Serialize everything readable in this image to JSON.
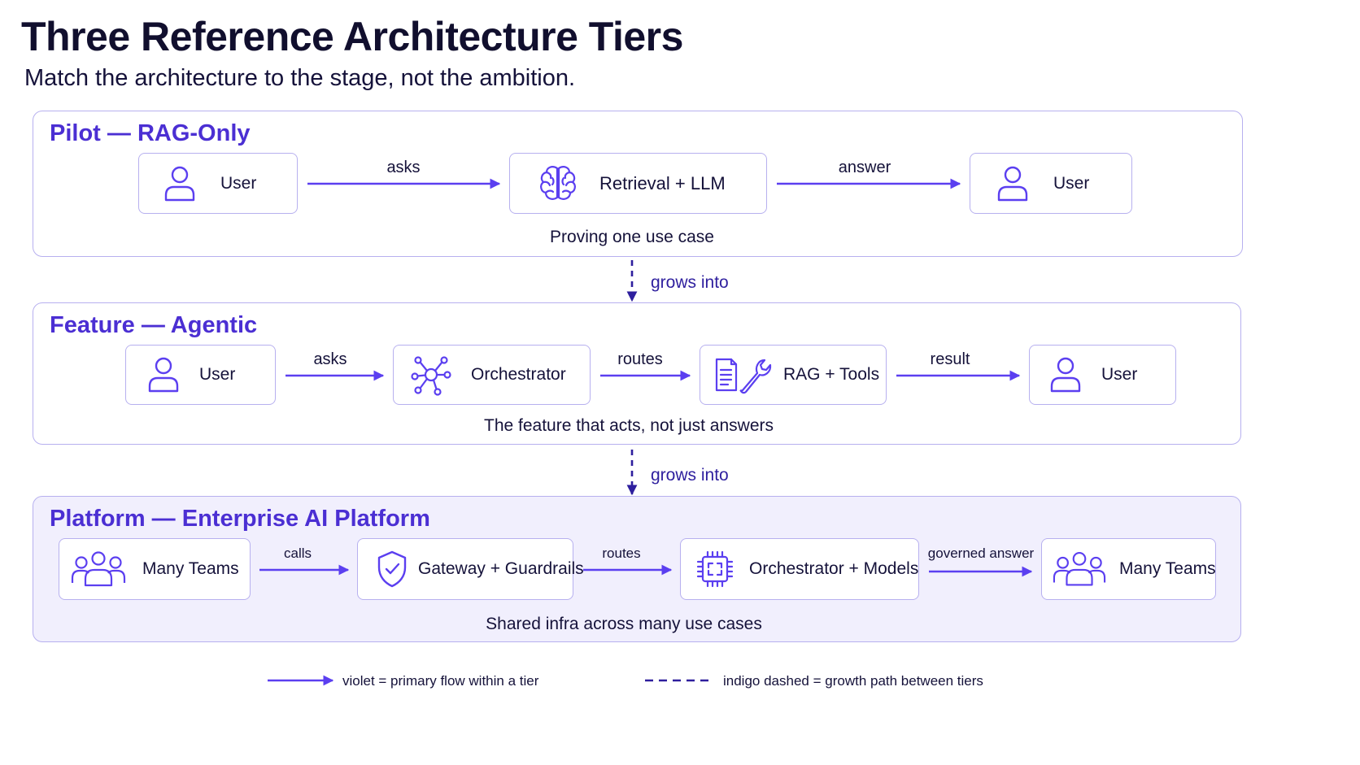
{
  "title": "Three Reference Architecture Tiers",
  "subtitle": "Match the architecture to the stage, not the ambition.",
  "colors": {
    "violet": "#5b3ff0",
    "indigo": "#2e1f9e",
    "tier_border": "#b7b0ef",
    "platform_fill": "#f1effd"
  },
  "tiers": [
    {
      "title": "Pilot — RAG-Only",
      "caption": "Proving one use case",
      "nodes": [
        {
          "label": "User",
          "icon": "user-icon"
        },
        {
          "label": "Retrieval + LLM",
          "icon": "brain-icon"
        },
        {
          "label": "User",
          "icon": "user-icon"
        }
      ],
      "edges": [
        "asks",
        "answer"
      ]
    },
    {
      "title": "Feature — Agentic",
      "caption": "The feature that acts, not just answers",
      "nodes": [
        {
          "label": "User",
          "icon": "user-icon"
        },
        {
          "label": "Orchestrator",
          "icon": "hub-icon"
        },
        {
          "label": "RAG + Tools",
          "icon": "document-wrench-icon"
        },
        {
          "label": "User",
          "icon": "user-icon"
        }
      ],
      "edges": [
        "asks",
        "routes",
        "result"
      ]
    },
    {
      "title": "Platform — Enterprise AI Platform",
      "caption": "Shared infra across many use cases",
      "nodes": [
        {
          "label": "Many Teams",
          "icon": "group-icon"
        },
        {
          "label": "Gateway + Guardrails",
          "icon": "shield-check-icon"
        },
        {
          "label": "Orchestrator + Models",
          "icon": "chip-icon"
        },
        {
          "label": "Many Teams",
          "icon": "group-icon"
        }
      ],
      "edges": [
        "calls",
        "routes",
        "governed answer"
      ]
    }
  ],
  "growth_labels": [
    "grows into",
    "grows into"
  ],
  "legend": {
    "primary": "violet = primary flow within a tier",
    "growth": "indigo dashed = growth path between tiers"
  }
}
